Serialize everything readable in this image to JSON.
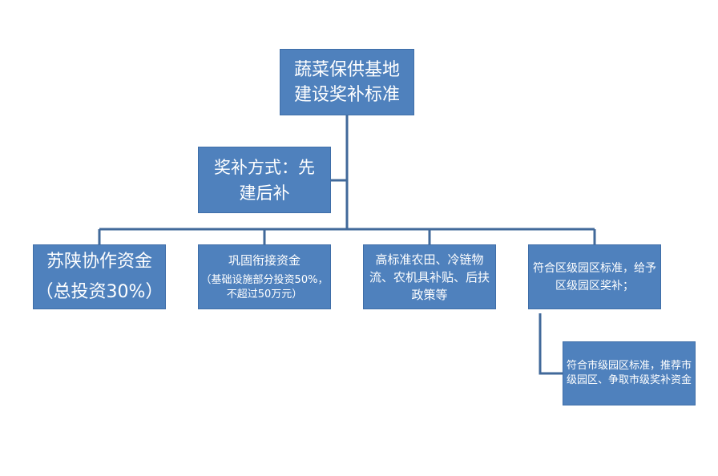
{
  "root": {
    "line1": "蔬菜保供基地",
    "line2": "建设奖补标准"
  },
  "method": {
    "line1": "奖补方式：先",
    "line2": "建后补"
  },
  "children": [
    {
      "line1": "苏陕协作资金",
      "line2": "（总投资30%）"
    },
    {
      "main": "巩固衔接资金",
      "sub": "（基础设施部分投资50%，不超过50万元）"
    },
    {
      "text": "高标准农田、冷链物流、农机具补贴、后扶政策等"
    },
    {
      "text": "符合区级园区标准，给予区级园区奖补；"
    }
  ],
  "sub_child": {
    "text": "符合市级园区标准，推荐市级园区、争取市级奖补资金"
  },
  "colors": {
    "box_fill": "#4f81bd",
    "connector": "#41699a",
    "text": "#ffffff"
  }
}
